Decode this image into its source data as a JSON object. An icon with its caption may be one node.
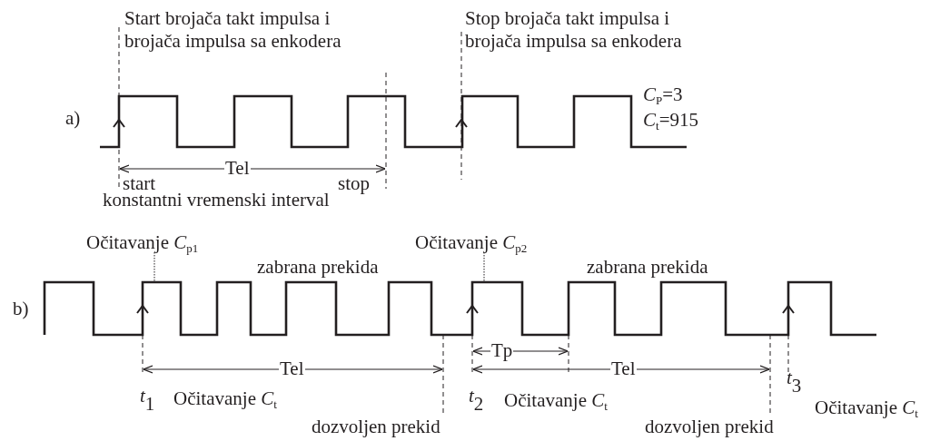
{
  "diagram": {
    "nodes": [
      {
        "text": [
          "Očitavanje *C*$_{p1}$"
        ]
      },
      {
        "text": [
          "Očitavanje *C*$_{p2}$"
        ]
      },
      {
        "text": [],
        "shape": "wave"
      }
    ],
    "edges": [
      {
        "from": 0,
        "to": 2,
        "arrow": "none"
      },
      {
        "from": 1,
        "to": 2,
        "arrow": "none"
      }
    ],
    "labels": [
      "Start brojača takt impulsa i brojača impulsa sa enkodera",
      "Stop brojača takt impulsa i brojača impulsa sa enkodera",
      "a)",
      "*C*$_{P}$=3",
      "*C*$_{t}$=915",
      "Tel",
      "start",
      "stop",
      "konstantni vremenski interval",
      "zabrana prekida",
      "zabrana prekida",
      "b)",
      "Tp",
      "Tel",
      "Tel",
      "*t*$_{1}$",
      "Očitavanje *C*$_{t}$",
      "*t*$_{2}$",
      "Očitavanje *C*$_{t}$",
      "*t*$_{3}$",
      "Očitavanje *C*$_{t}$",
      "dozvoljen prekid",
      "dozvoljen prekid"
    ]
  }
}
